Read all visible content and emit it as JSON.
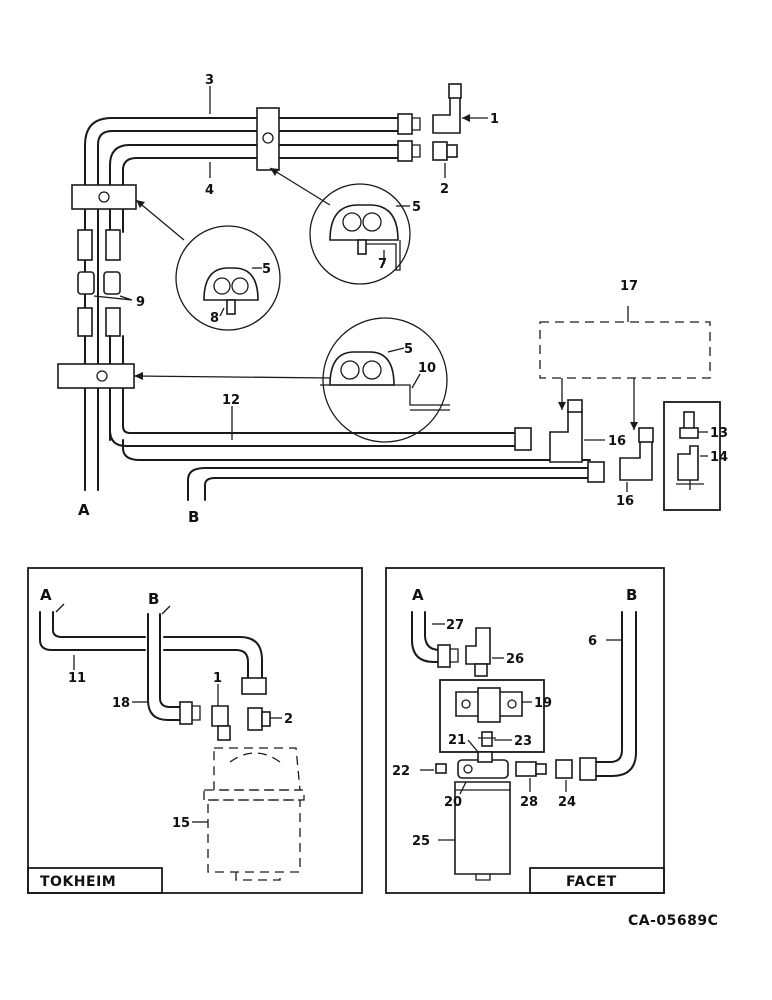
{
  "callouts": {
    "c1": "1",
    "c2": "2",
    "c3": "3",
    "c4": "4",
    "c5a": "5",
    "c5b": "5",
    "c5c": "5",
    "c7": "7",
    "c8": "8",
    "c9": "9",
    "c10": "10",
    "c12": "12",
    "c13": "13",
    "c14": "14",
    "c16a": "16",
    "c16b": "16",
    "c17": "17",
    "lA": "A",
    "lB": "B"
  },
  "tokheim": {
    "title": "TOKHEIM",
    "lA": "A",
    "lB": "B",
    "c11": "11",
    "c18": "18",
    "c1": "1",
    "c2": "2",
    "c15": "15"
  },
  "facet": {
    "title": "FACET",
    "lA": "A",
    "lB": "B",
    "c27": "27",
    "c26": "26",
    "c6": "6",
    "c19": "19",
    "c21": "21",
    "c23": "23",
    "c22": "22",
    "c20": "20",
    "c28": "28",
    "c24": "24",
    "c25": "25"
  },
  "drawing_number": "CA-05689C"
}
